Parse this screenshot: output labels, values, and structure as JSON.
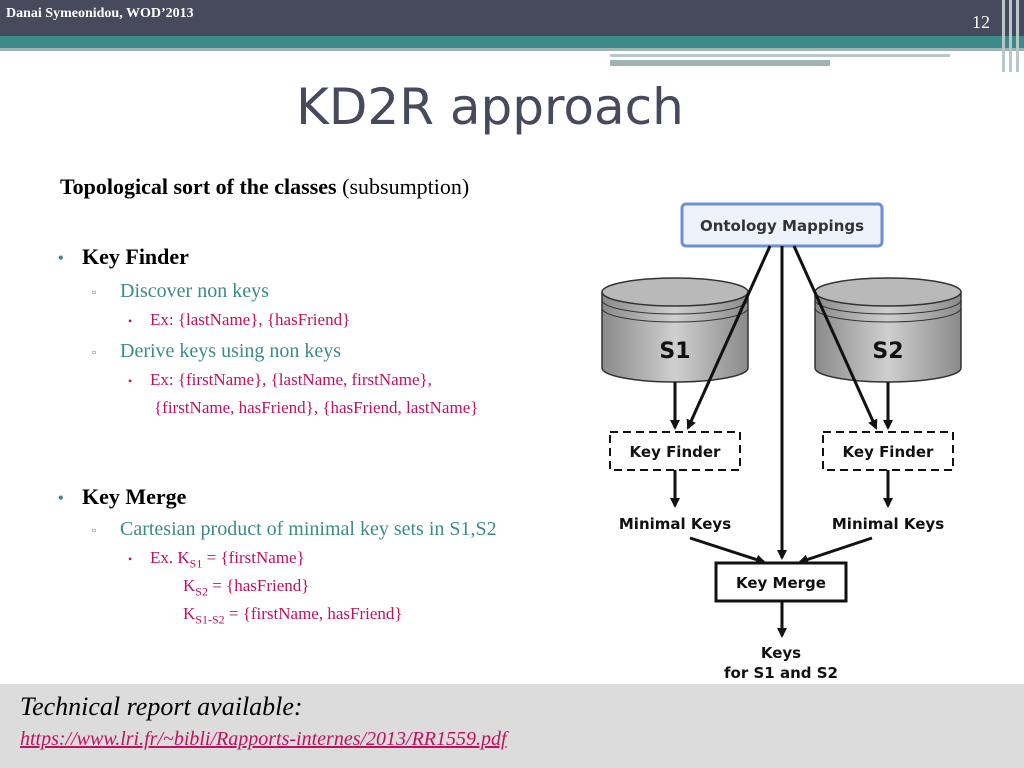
{
  "header": {
    "author": "Danai Symeonidou, WOD’2013",
    "slide_number": "12"
  },
  "title": "KD2R approach",
  "subtitle": {
    "bold": "Topological sort of the classes",
    "normal": "(subsumption)"
  },
  "key_finder": {
    "heading": "Key Finder",
    "item1": "Discover non keys",
    "item1_ex": "Ex: {lastName}, {hasFriend}",
    "item2": "Derive keys using non keys",
    "item2_ex_line1": "Ex: {firstName}, {lastName, firstName},",
    "item2_ex_line2": "{firstName, hasFriend}, {hasFriend, lastName}"
  },
  "key_merge": {
    "heading": "Key Merge",
    "item1": "Cartesian product of minimal key sets in S1,S2",
    "ex1_prefix": "Ex. K",
    "ex1_sub": "S1",
    "ex1_value": " = {firstName}",
    "ex2_prefix": "K",
    "ex2_sub": "S2",
    "ex2_value": " = {hasFriend}",
    "ex3_prefix": "K",
    "ex3_sub": "S1-S2",
    "ex3_value": " = {firstName, hasFriend}"
  },
  "diagram": {
    "ontology": "Ontology Mappings",
    "s1": "S1",
    "s2": "S2",
    "key_finder_left": "Key Finder",
    "key_finder_right": "Key Finder",
    "minimal_keys_left": "Minimal Keys",
    "minimal_keys_right": "Minimal Keys",
    "key_merge": "Key Merge",
    "keys_line1": "Keys",
    "keys_line2": "for S1 and S2"
  },
  "footer": {
    "label": "Technical report available:",
    "link": "https://www.lri.fr/~bibli/Rapports-internes/2013/RR1559.pdf"
  },
  "colors": {
    "bar": "#474a5c",
    "teal": "#3d8a8a",
    "magenta": "#c0115f",
    "footer_bg": "#dcdcdc"
  }
}
